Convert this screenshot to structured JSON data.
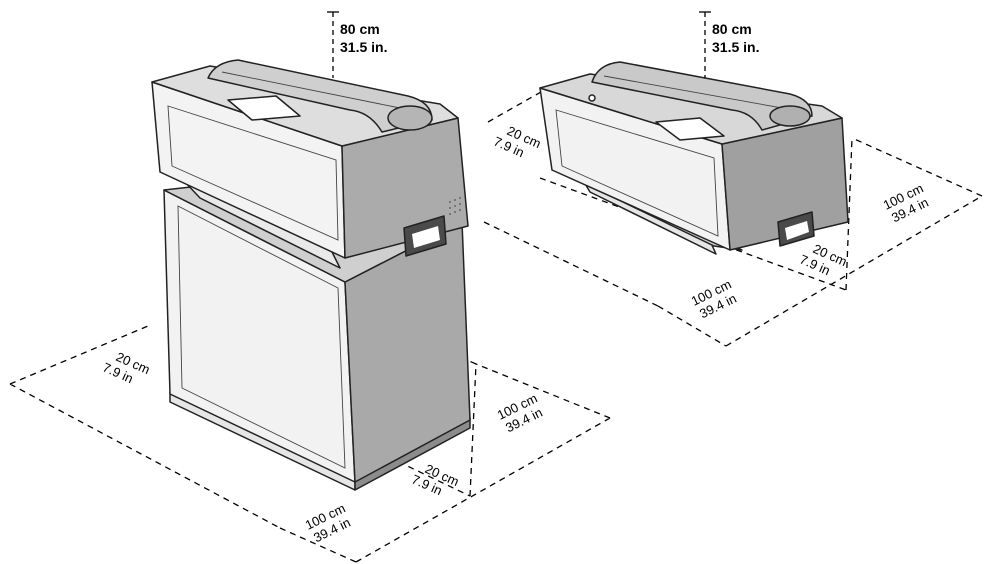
{
  "clearance": {
    "top": {
      "metric": "80 cm",
      "imperial": "31.5 in."
    },
    "side": {
      "metric": "20 cm",
      "imperial": "7.9 in"
    },
    "front": {
      "metric": "100 cm",
      "imperial": "39.4 in"
    }
  },
  "labels": {
    "left_top_metric": "80 cm",
    "left_top_imperial": "31.5 in.",
    "right_top_metric": "80 cm",
    "right_top_imperial": "31.5 in.",
    "left_side_a_metric": "20 cm",
    "left_side_a_imperial": "7.9 in",
    "left_side_b_metric": "20 cm",
    "left_side_b_imperial": "7.9 in",
    "left_front_a_metric": "100 cm",
    "left_front_a_imperial": "39.4 in",
    "left_front_b_metric": "100 cm",
    "left_front_b_imperial": "39.4 in",
    "right_side_a_metric": "20 cm",
    "right_side_a_imperial": "7.9 in",
    "right_side_b_metric": "20 cm",
    "right_side_b_imperial": "7.9 in",
    "right_front_a_metric": "100 cm",
    "right_front_a_imperial": "39.4 in",
    "right_front_b_metric": "100 cm",
    "right_front_b_imperial": "39.4 in"
  },
  "colors": {
    "panel_light": "#f4f4f4",
    "panel_mid": "#d9d9d9",
    "panel_side": "#a8a8a8",
    "panel_dark": "#6e6e6e",
    "outline": "#222222"
  }
}
